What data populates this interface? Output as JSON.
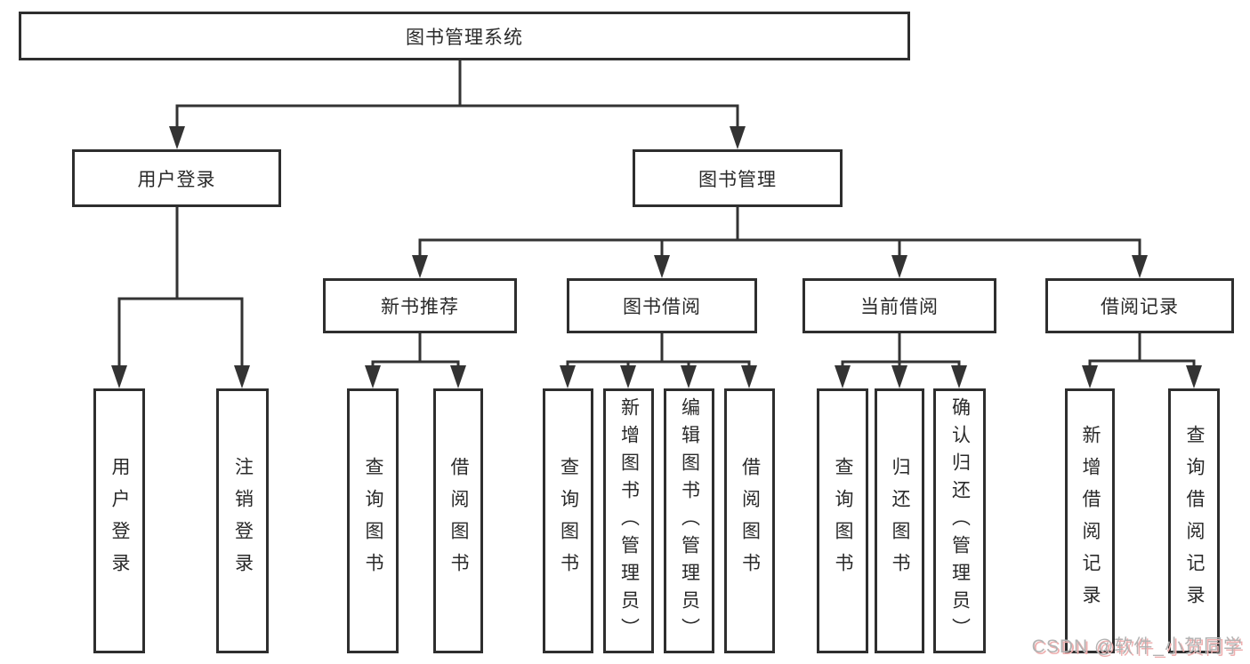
{
  "diagram": {
    "type": "hierarchy",
    "root": {
      "label": "图书管理系统"
    },
    "branches": [
      {
        "label": "用户登录",
        "children": [
          {
            "label": "用户登录"
          },
          {
            "label": "注销登录"
          }
        ]
      },
      {
        "label": "图书管理",
        "children": [
          {
            "label": "新书推荐",
            "children": [
              {
                "label": "查询图书"
              },
              {
                "label": "借阅图书"
              }
            ]
          },
          {
            "label": "图书借阅",
            "children": [
              {
                "label": "查询图书"
              },
              {
                "label": "新增图书（管理员）"
              },
              {
                "label": "编辑图书（管理员）"
              },
              {
                "label": "借阅图书"
              }
            ]
          },
          {
            "label": "当前借阅",
            "children": [
              {
                "label": "查询图书"
              },
              {
                "label": "归还图书"
              },
              {
                "label": "确认归还（管理员）"
              }
            ]
          },
          {
            "label": "借阅记录",
            "children": [
              {
                "label": "新增借阅记录"
              },
              {
                "label": "查询借阅记录"
              }
            ]
          }
        ]
      }
    ]
  },
  "watermark": {
    "text": "CSDN @软件_小贺同学"
  },
  "colors": {
    "line": "#333333",
    "box_border": "#2e2e2e",
    "text": "#2a2a2a",
    "background": "#ffffff",
    "watermark_text": "#b3b3b3",
    "watermark_shadow": "#efb0b0"
  }
}
